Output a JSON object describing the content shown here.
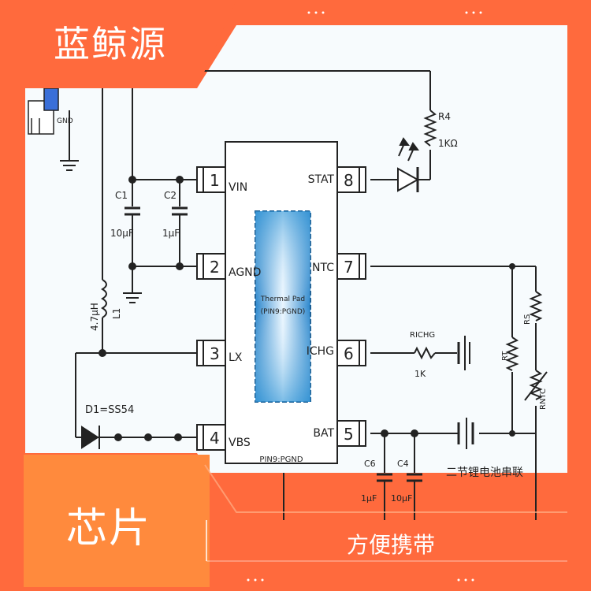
{
  "brand": "蓝鲸源",
  "product": "芯片",
  "feature": "方便携带",
  "colors": {
    "orange": "#ff6a3d",
    "panel": "#f7fbfd",
    "wire": "#222222",
    "thermal_pad": "#3a9ad8",
    "footer_band": "#ff8a3d"
  },
  "schematic": {
    "ic": {
      "left_pins": [
        {
          "num": "1",
          "name": "VIN"
        },
        {
          "num": "2",
          "name": "AGND"
        },
        {
          "num": "3",
          "name": "LX"
        },
        {
          "num": "4",
          "name": "VBS"
        }
      ],
      "right_pins": [
        {
          "num": "8",
          "name": "STAT"
        },
        {
          "num": "7",
          "name": "NTC"
        },
        {
          "num": "6",
          "name": "ICHG"
        },
        {
          "num": "5",
          "name": "BAT"
        }
      ],
      "thermal_pad_line1": "Thermal Pad",
      "thermal_pad_line2": "(PIN9:PGND)",
      "bottom_label": "PIN9:PGND"
    },
    "components": {
      "c1": "C1",
      "c1_val": "10µF",
      "c2": "C2",
      "c2_val": "1µF",
      "l1": "L1",
      "l1_val": "4.7µH",
      "d1": "D1=SS54",
      "r4": "R4",
      "r4_val": "1KΩ",
      "richg": "RICHG",
      "richg_val": "1K",
      "c6": "C6",
      "c6_val": "1µF",
      "c4": "C4",
      "c4_val": "10µF",
      "battery": "二节锂电池串联",
      "gnd": "GND",
      "rt": "RT",
      "rs": "RS",
      "rntc": "RNTC"
    }
  }
}
